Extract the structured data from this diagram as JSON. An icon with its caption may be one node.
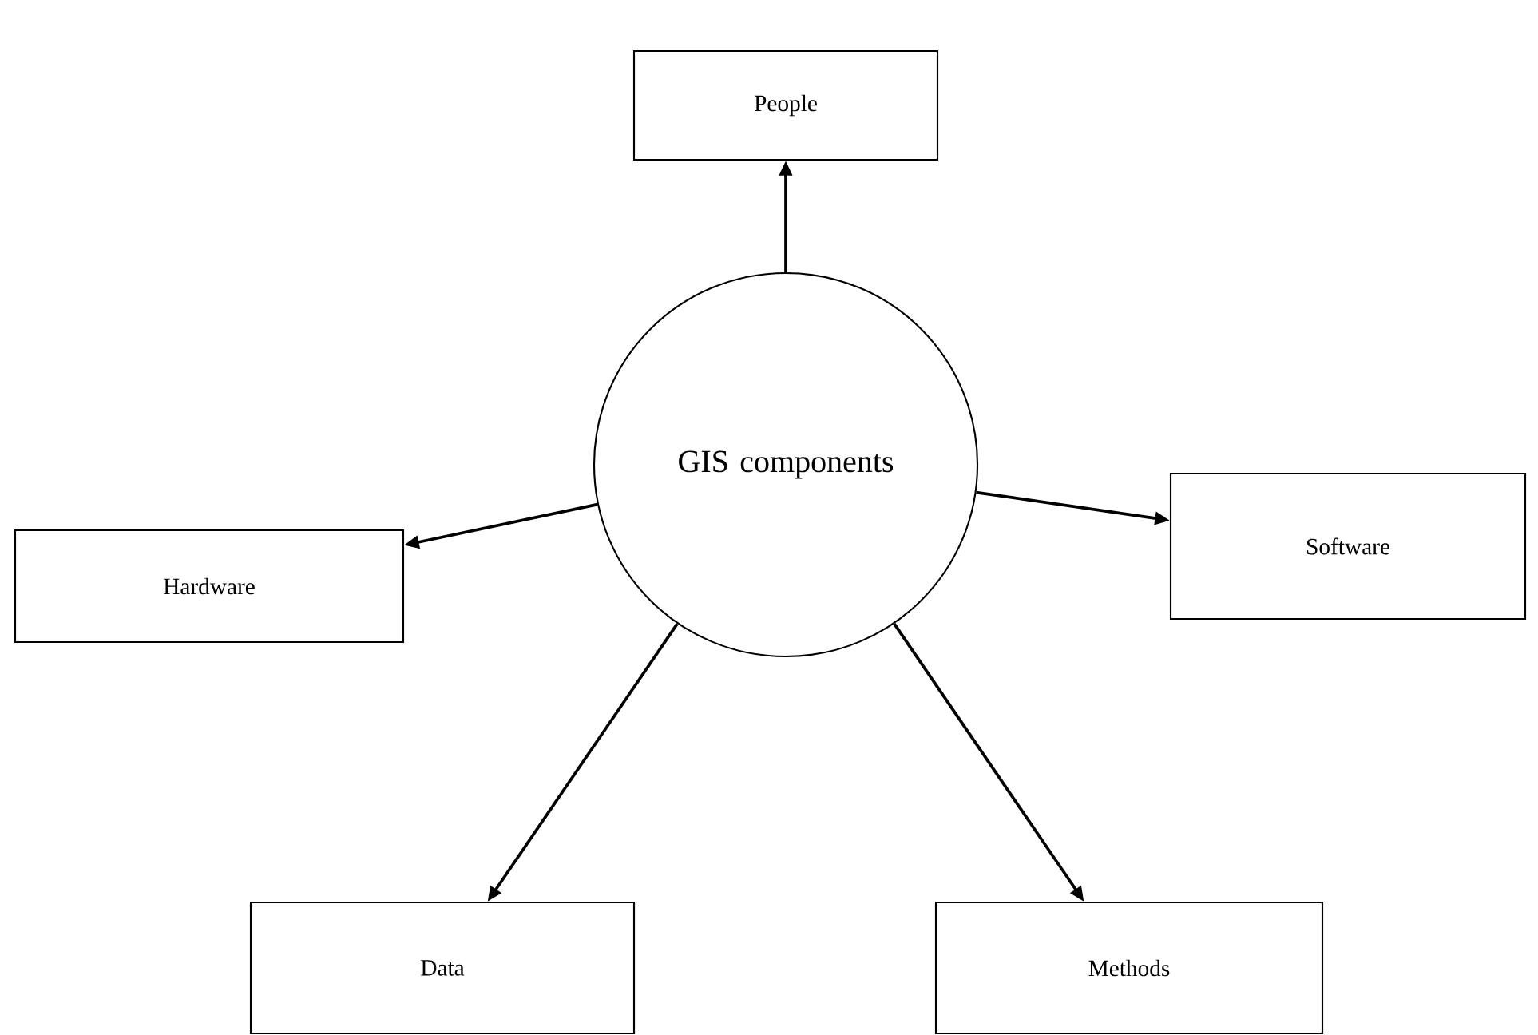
{
  "diagram": {
    "nodes": [
      {
        "text": [
          "People"
        ]
      },
      {
        "text": [
          "Hardware"
        ]
      },
      {
        "text": [
          "GIS components"
        ]
      },
      {
        "text": [
          "Software"
        ]
      },
      {
        "text": [
          "Data"
        ]
      },
      {
        "text": [
          "Methods"
        ]
      }
    ],
    "edges": [
      {
        "from": 2,
        "to": 0,
        "arrow": "to"
      },
      {
        "from": 2,
        "to": 1,
        "arrow": "to"
      },
      {
        "from": 2,
        "to": 3,
        "arrow": "to"
      },
      {
        "from": 2,
        "to": 4,
        "arrow": "to"
      },
      {
        "from": 2,
        "to": 5,
        "arrow": "to"
      }
    ]
  }
}
